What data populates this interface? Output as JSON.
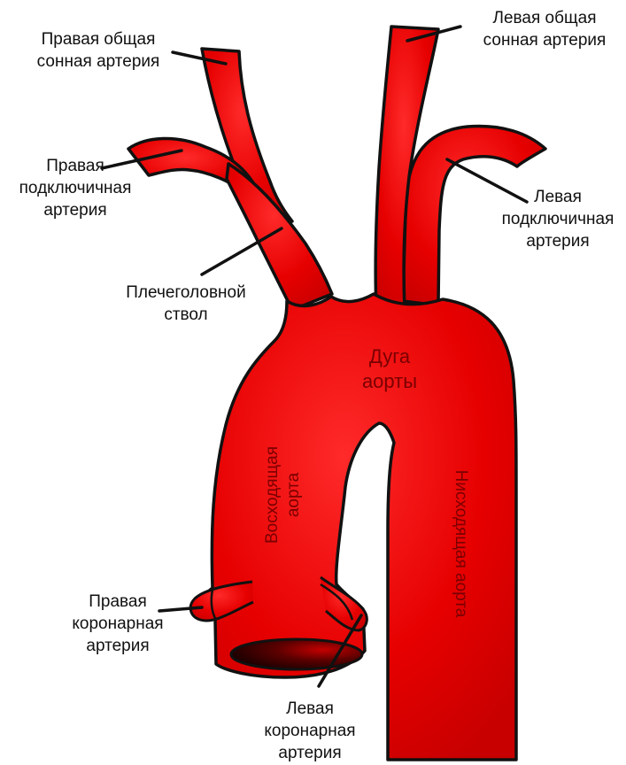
{
  "colors": {
    "artery_fill": "#e60000",
    "artery_stroke": "#111111",
    "leader_line": "#111111",
    "label_text": "#111111",
    "inner_text": "#7a0000"
  },
  "labels": {
    "right_common_carotid": [
      "Правая общая",
      "сонная артерия"
    ],
    "left_common_carotid": [
      "Левая общая",
      "сонная артерия"
    ],
    "right_subclavian": [
      "Правая",
      "подключичная",
      "артерия"
    ],
    "left_subclavian": [
      "Левая",
      "подключичная",
      "артерия"
    ],
    "brachiocephalic": [
      "Плечеголовной",
      "ствол"
    ],
    "right_coronary": [
      "Правая",
      "коронарная",
      "артерия"
    ],
    "left_coronary": [
      "Левая",
      "коронарная",
      "артерия"
    ]
  },
  "inner_labels": {
    "aortic_arch": [
      "Дуга",
      "аорты"
    ],
    "ascending_aorta": [
      "Восходящая",
      "аорта"
    ],
    "descending_aorta": "Нисходящая аорта"
  }
}
